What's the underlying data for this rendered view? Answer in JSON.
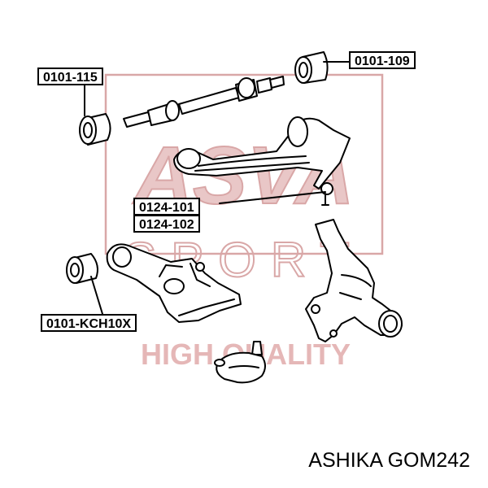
{
  "watermark": {
    "logo_text": "ASVA",
    "sport_text": "SPORT",
    "slogan": "HIGH QUALITY",
    "color": "#d9a7a7"
  },
  "labels": {
    "bushing_upper_left": "0101-115",
    "bushing_upper_right": "0101-109",
    "arm_upper_a": "0124-101",
    "arm_upper_b": "0124-102",
    "bushing_lower": "0101-KCH10X"
  },
  "caption": "ASHIKA GOM242",
  "icons": [
    "bushing-icon",
    "upper-control-arm-icon",
    "lower-control-arm-icon",
    "steering-knuckle-icon",
    "ball-joint-icon",
    "tie-rod-icon"
  ]
}
